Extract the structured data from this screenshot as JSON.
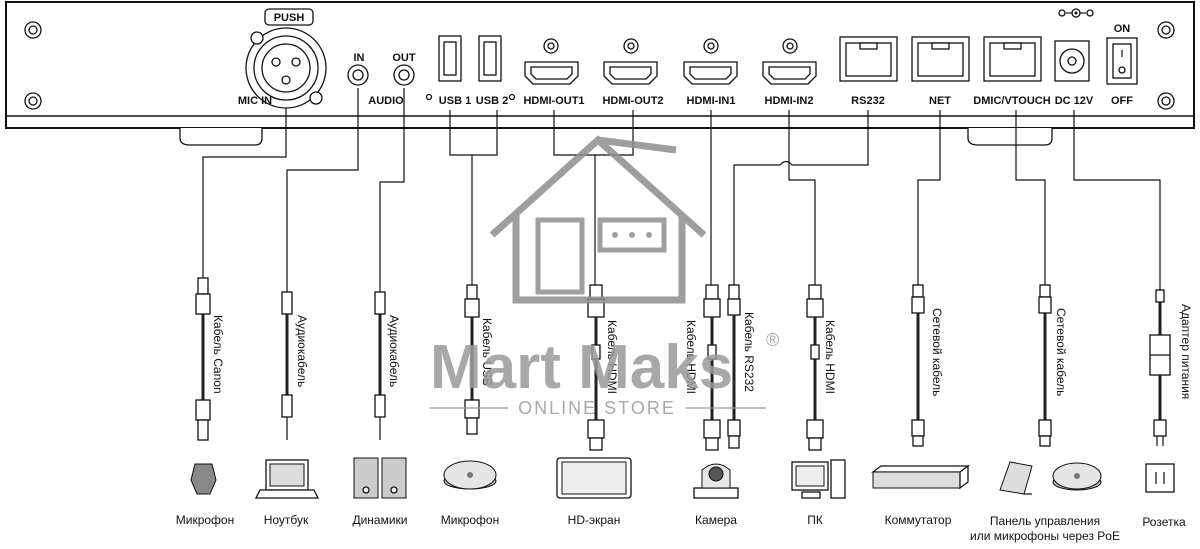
{
  "panel": {
    "push_label": "PUSH",
    "ports": {
      "mic_in": "MIC IN",
      "audio_in": "IN",
      "audio_out": "OUT",
      "audio": "AUDIO",
      "usb1": "USB 1",
      "usb2": "USB 2",
      "hdmi_out1": "HDMI-OUT1",
      "hdmi_out2": "HDMI-OUT2",
      "hdmi_in1": "HDMI-IN1",
      "hdmi_in2": "HDMI-IN2",
      "rs232": "RS232",
      "net": "NET",
      "dmic_vtouch": "DMIC/VTOUCH",
      "dc12v": "DC 12V",
      "power_on": "ON",
      "power_off": "OFF"
    }
  },
  "cables": {
    "canon": "Кабель Canon",
    "audio1": "Аудиокабель",
    "audio2": "Аудиокабель",
    "usb": "Кабель USB",
    "hdmi1": "Кабель HDMI",
    "hdmi2": "Кабель HDMI",
    "rs232": "Кабель RS232",
    "hdmi3": "Кабель HDMI",
    "network1": "Сетевой кабель",
    "network2": "Сетевой кабель",
    "power_adapter": "Адаптер питания"
  },
  "devices": {
    "microphone1": "Микрофон",
    "laptop": "Ноутбук",
    "speakers": "Динамики",
    "microphone2": "Микрофон",
    "hd_screen": "HD-экран",
    "camera": "Камера",
    "pc": "ПК",
    "switch": "Коммутатор",
    "panel_line1": "Панель управления",
    "panel_line2": "или микрофоны через PoE",
    "socket": "Розетка"
  },
  "watermark": {
    "brand": "Mart Maks",
    "registered": "®",
    "tagline": "ONLINE STORE"
  }
}
